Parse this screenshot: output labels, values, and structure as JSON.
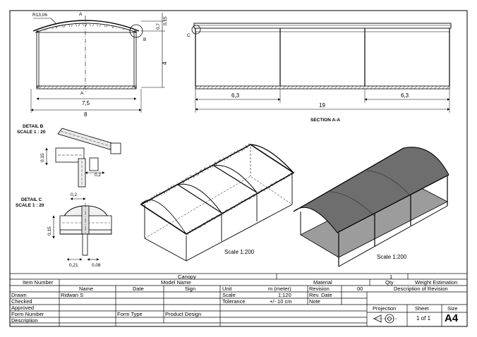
{
  "front_view": {
    "radius": "R13,06",
    "section_letter_top": "A",
    "section_letter_bottom": "A",
    "detail_b_marker": "B",
    "dim_015": "0,15",
    "dim_07": "0,7",
    "dim_4": "4",
    "dim_75": "7,5",
    "dim_8": "8"
  },
  "section_view": {
    "detail_c_marker": "C",
    "dim_left": "6,3",
    "dim_right": "6,3",
    "dim_total": "19",
    "caption": "SECTION A-A"
  },
  "detail_b": {
    "title_line1": "DETAIL B",
    "title_line2": "SCALE 1 : 20",
    "dim_015": "0,15",
    "dim_02": "0,2"
  },
  "detail_c": {
    "title_line1": "DETAIL C",
    "title_line2": "SCALE 1 : 20",
    "dim_02": "0,2",
    "dim_015": "0,15",
    "dim_021": "0,21",
    "dim_008": "0,08"
  },
  "iso_frame": {
    "scale_label": "Scale 1:200"
  },
  "iso_roofed": {
    "scale_label": "Scale 1:200"
  },
  "title_block": {
    "model_name": "Canopy",
    "item_number_value": "1",
    "item_number": "Item Number",
    "model_name_label": "Model Name",
    "material": "Material",
    "qty": "Qty",
    "weight": "Weight Estimation",
    "col_name": "Name",
    "col_date": "Date",
    "col_sign": "Sign",
    "unit_label": "Unit",
    "unit_value": "m (meter)",
    "revision_label": "Revision",
    "revision_value": "00",
    "desc_revision": "Description of Revision",
    "drawn": "Drawn",
    "drawn_name": "Ridwan S",
    "scale_label": "Scale",
    "scale_value": "1:120",
    "rev_date": "Rev. Date",
    "checked": "Checked",
    "tolerance_label": "Tolerance",
    "tolerance_value": "+/- 10 cm",
    "note": "Note",
    "approved": "Approved",
    "projection": "Projection",
    "sheet": "Sheet",
    "size": "Size",
    "form_number": "Form Number",
    "form_type": "Form Type",
    "product_design": "Product Design",
    "sheet_value": "1 of 1",
    "size_value": "A4",
    "description": "Description"
  }
}
